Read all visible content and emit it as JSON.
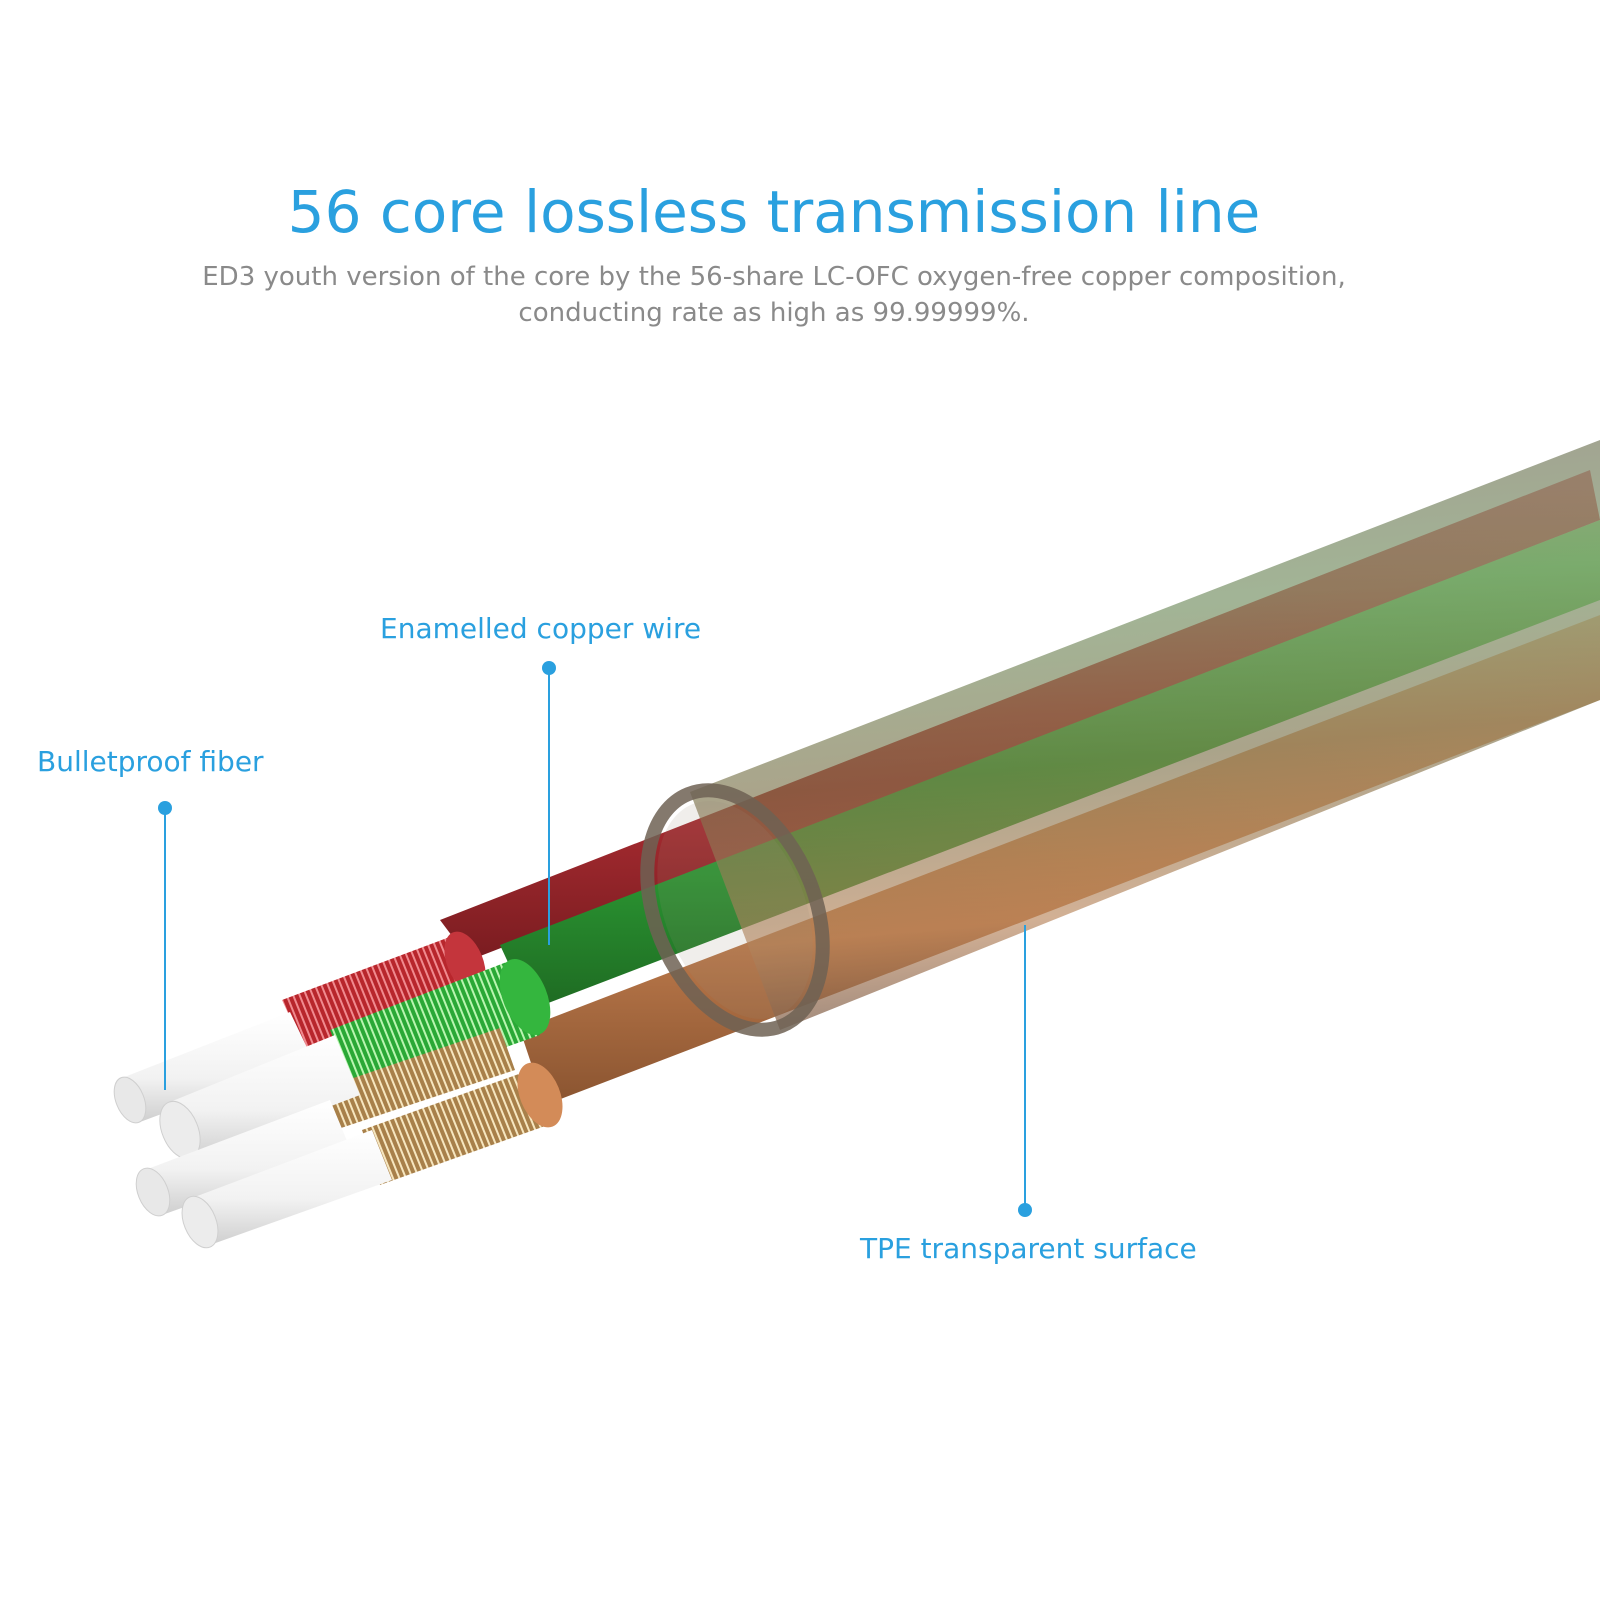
{
  "header": {
    "title": "56 core lossless transmission line",
    "subtitle_line1": "ED3 youth version of the core by the 56-share LC-OFC oxygen-free copper composition,",
    "subtitle_line2": "conducting rate as high as 99.99999%."
  },
  "callouts": {
    "enamelled": "Enamelled copper wire",
    "fiber": "Bulletproof fiber",
    "tpe": "TPE transparent surface"
  },
  "colors": {
    "accent": "#2aa0df",
    "subtitle": "#8a8a8a",
    "red_wire": "#c0363a",
    "green_wire": "#2db03a",
    "copper_wire": "#d9925e",
    "sheath": "#7a6a55",
    "fiber": "#f2f2f2"
  }
}
